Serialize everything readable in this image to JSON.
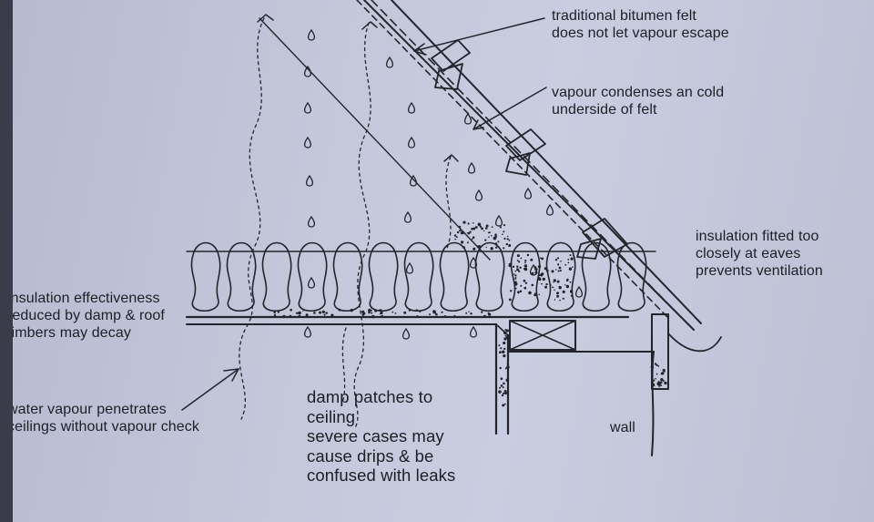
{
  "labels": {
    "felt": "traditional bitumen felt\ndoes not let vapour escape",
    "condense": "vapour condenses an cold\nunderside of felt",
    "eaves": "insulation fitted too\nclosely at eaves\nprevents ventilation",
    "insulation": "insulation effectiveness\nreduced by damp & roof\ntimbers may decay",
    "water_vapour": "water vapour penetrates\nceilings without vapour check",
    "damp": "damp patches to\nceiling\nsevere cases may\ncause drips & be\nconfused with leaks",
    "wall": "wall"
  },
  "colors": {
    "paper": "#c3c7da",
    "ink": "#1d1e26"
  }
}
